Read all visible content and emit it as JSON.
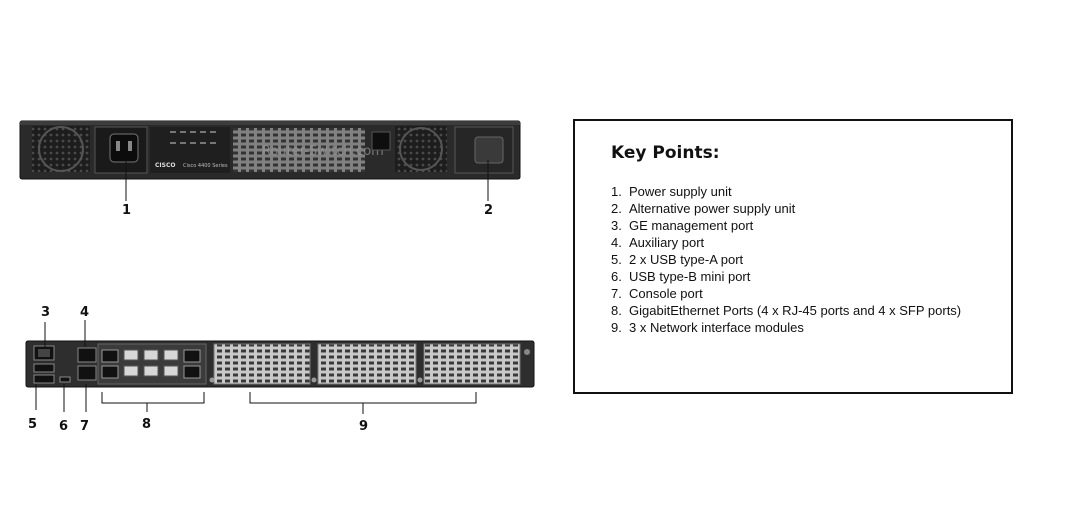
{
  "front_panel": {
    "brand": "CISCO",
    "series": "Cisco 4400 Series",
    "watermark": "Router-Switch.com"
  },
  "callouts": [
    {
      "id": "1",
      "label": "1"
    },
    {
      "id": "2",
      "label": "2"
    },
    {
      "id": "3",
      "label": "3"
    },
    {
      "id": "4",
      "label": "4"
    },
    {
      "id": "5",
      "label": "5"
    },
    {
      "id": "6",
      "label": "6"
    },
    {
      "id": "7",
      "label": "7"
    },
    {
      "id": "8",
      "label": "8"
    },
    {
      "id": "9",
      "label": "9"
    }
  ],
  "key_points": {
    "title": "Key Points:",
    "items": [
      {
        "num": "1.",
        "text": "Power supply unit"
      },
      {
        "num": "2.",
        "text": "Alternative power supply unit"
      },
      {
        "num": "3.",
        "text": "GE management port"
      },
      {
        "num": "4.",
        "text": "Auxiliary port"
      },
      {
        "num": "5.",
        "text": "2 x USB type-A port"
      },
      {
        "num": "6.",
        "text": "USB type-B mini port"
      },
      {
        "num": "7.",
        "text": "Console port"
      },
      {
        "num": "8.",
        "text": "GigabitEthernet Ports (4 x RJ-45 ports and  4 x SFP ports)"
      },
      {
        "num": "9.",
        "text": "3 x Network interface modules"
      }
    ]
  }
}
